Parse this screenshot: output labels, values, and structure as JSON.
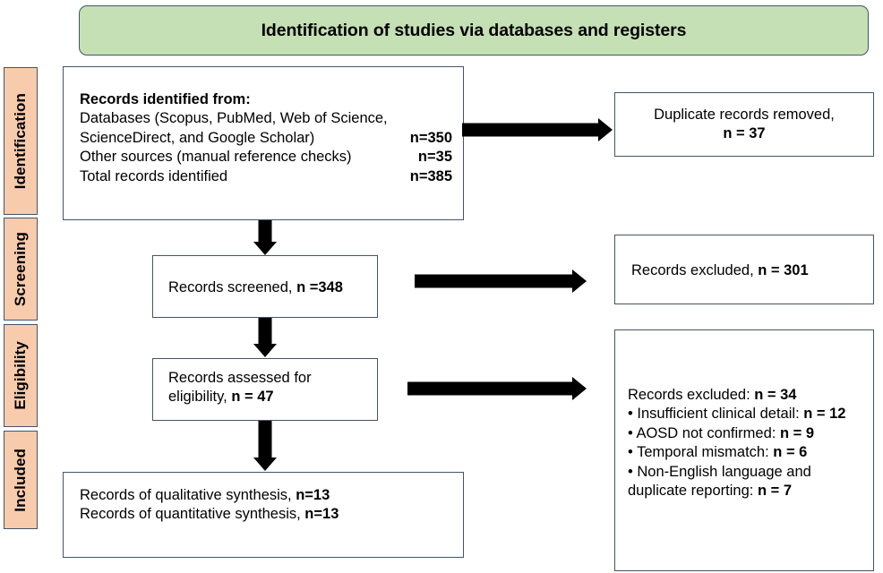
{
  "diagram": {
    "type": "prisma-flow-diagram",
    "header": {
      "title": "Identification of studies via databases and registers"
    },
    "stages": [
      {
        "key": "identification",
        "label": "Identification"
      },
      {
        "key": "screening",
        "label": "Screening"
      },
      {
        "key": "eligibility",
        "label": "Eligibility"
      },
      {
        "key": "included",
        "label": "Included"
      }
    ],
    "boxes": {
      "identified": {
        "heading": "Records identified from:",
        "rows": [
          {
            "label": "Databases (Scopus, PubMed, Web of Science,",
            "value": ""
          },
          {
            "label": "ScienceDirect, and Google Scholar)",
            "value": "n=350"
          },
          {
            "label": "Other sources (manual reference checks)",
            "value": "n=35"
          },
          {
            "label": "Total records identified",
            "value": "n=385"
          }
        ]
      },
      "duplicates_removed": {
        "line1": "Duplicate records removed,",
        "line2": "n = 37"
      },
      "screened": {
        "label": "Records screened, ",
        "value": "n =348"
      },
      "excluded_screening": {
        "label": "Records excluded, ",
        "value": "n = 301"
      },
      "assessed": {
        "line1": "Records assessed for",
        "line2_label": "eligibility, ",
        "line2_value": "n = 47"
      },
      "excluded_eligibility": {
        "heading_label": "Records excluded: ",
        "heading_value": "n = 34",
        "reasons": [
          {
            "text": "• Insufficient clinical detail: ",
            "value": "n = 12"
          },
          {
            "text": "• AOSD not confirmed: ",
            "value": "n = 9"
          },
          {
            "text": "• Temporal mismatch: ",
            "value": "n = 6"
          },
          {
            "text": "• Non-English language and",
            "value": ""
          },
          {
            "text": "duplicate reporting: ",
            "value": "n = 7"
          }
        ]
      },
      "included": {
        "line1_label": "Records of qualitative synthesis, ",
        "line1_value": "n=13",
        "line2_label": "Records of quantitative synthesis, ",
        "line2_value": "n=13"
      }
    },
    "colors": {
      "header_fill": "#C5E0B4",
      "stage_fill": "#F8CBAD",
      "border": "#44546A",
      "arrow": "#000000",
      "box_fill": "#FFFFFF",
      "text": "#000000"
    }
  }
}
